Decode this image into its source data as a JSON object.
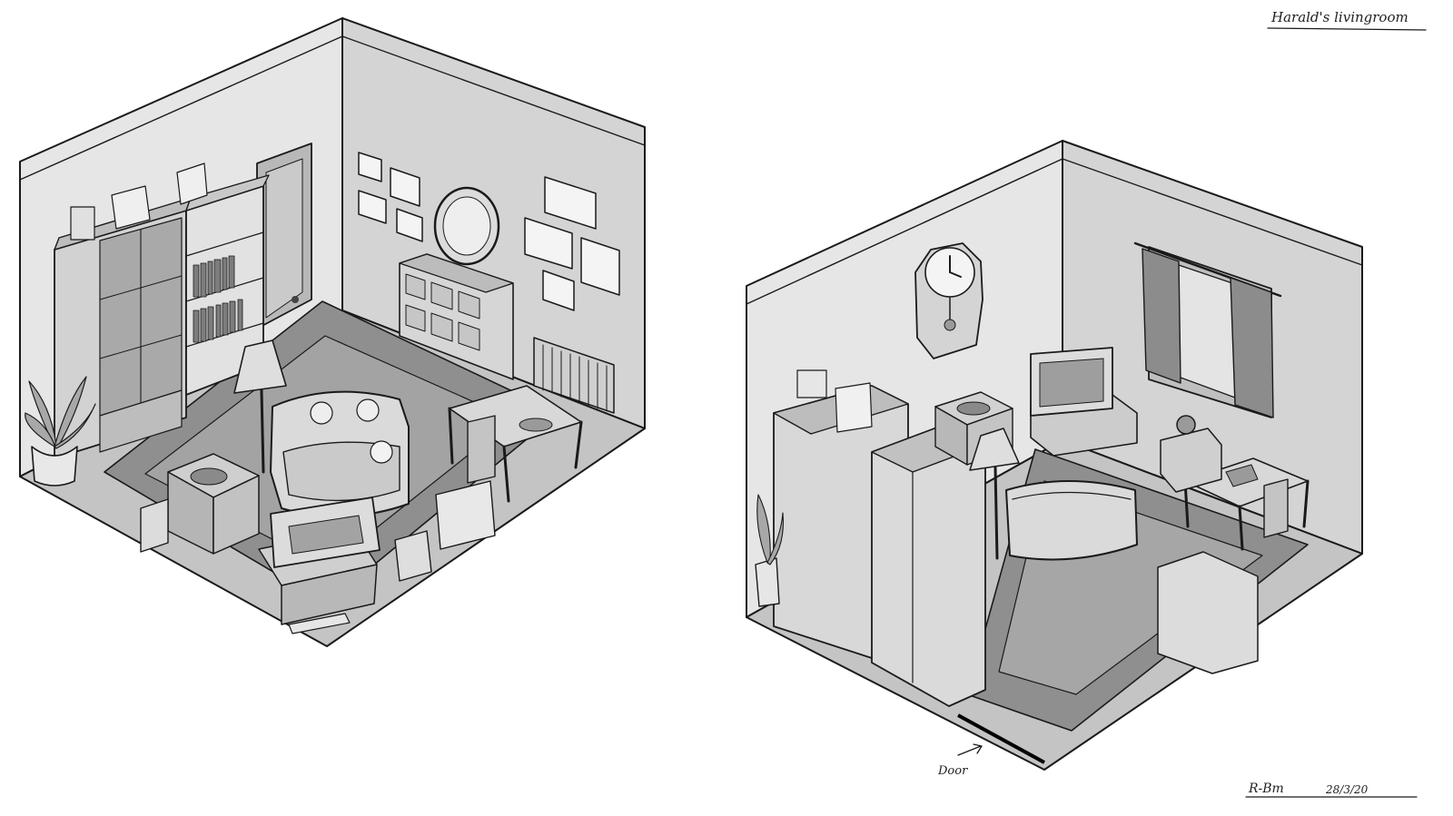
{
  "sheet": {
    "title": "Harald's livingroom",
    "door_label": "Door",
    "signature": "R-Bm",
    "date": "28/3/20"
  },
  "palette": {
    "paper": "#ffffff",
    "wall_back": "#e4e4e4",
    "wall_side": "#d2d2d2",
    "floor": "#bdbdbd",
    "rug": "#8c8c8c",
    "furniture_light": "#d9d9d9",
    "furniture_mid": "#b3b3b3",
    "furniture_dark": "#7a7a7a",
    "ink": "#1a1a1a"
  },
  "rooms": [
    {
      "name": "room-view-left"
    },
    {
      "name": "room-view-right"
    }
  ]
}
